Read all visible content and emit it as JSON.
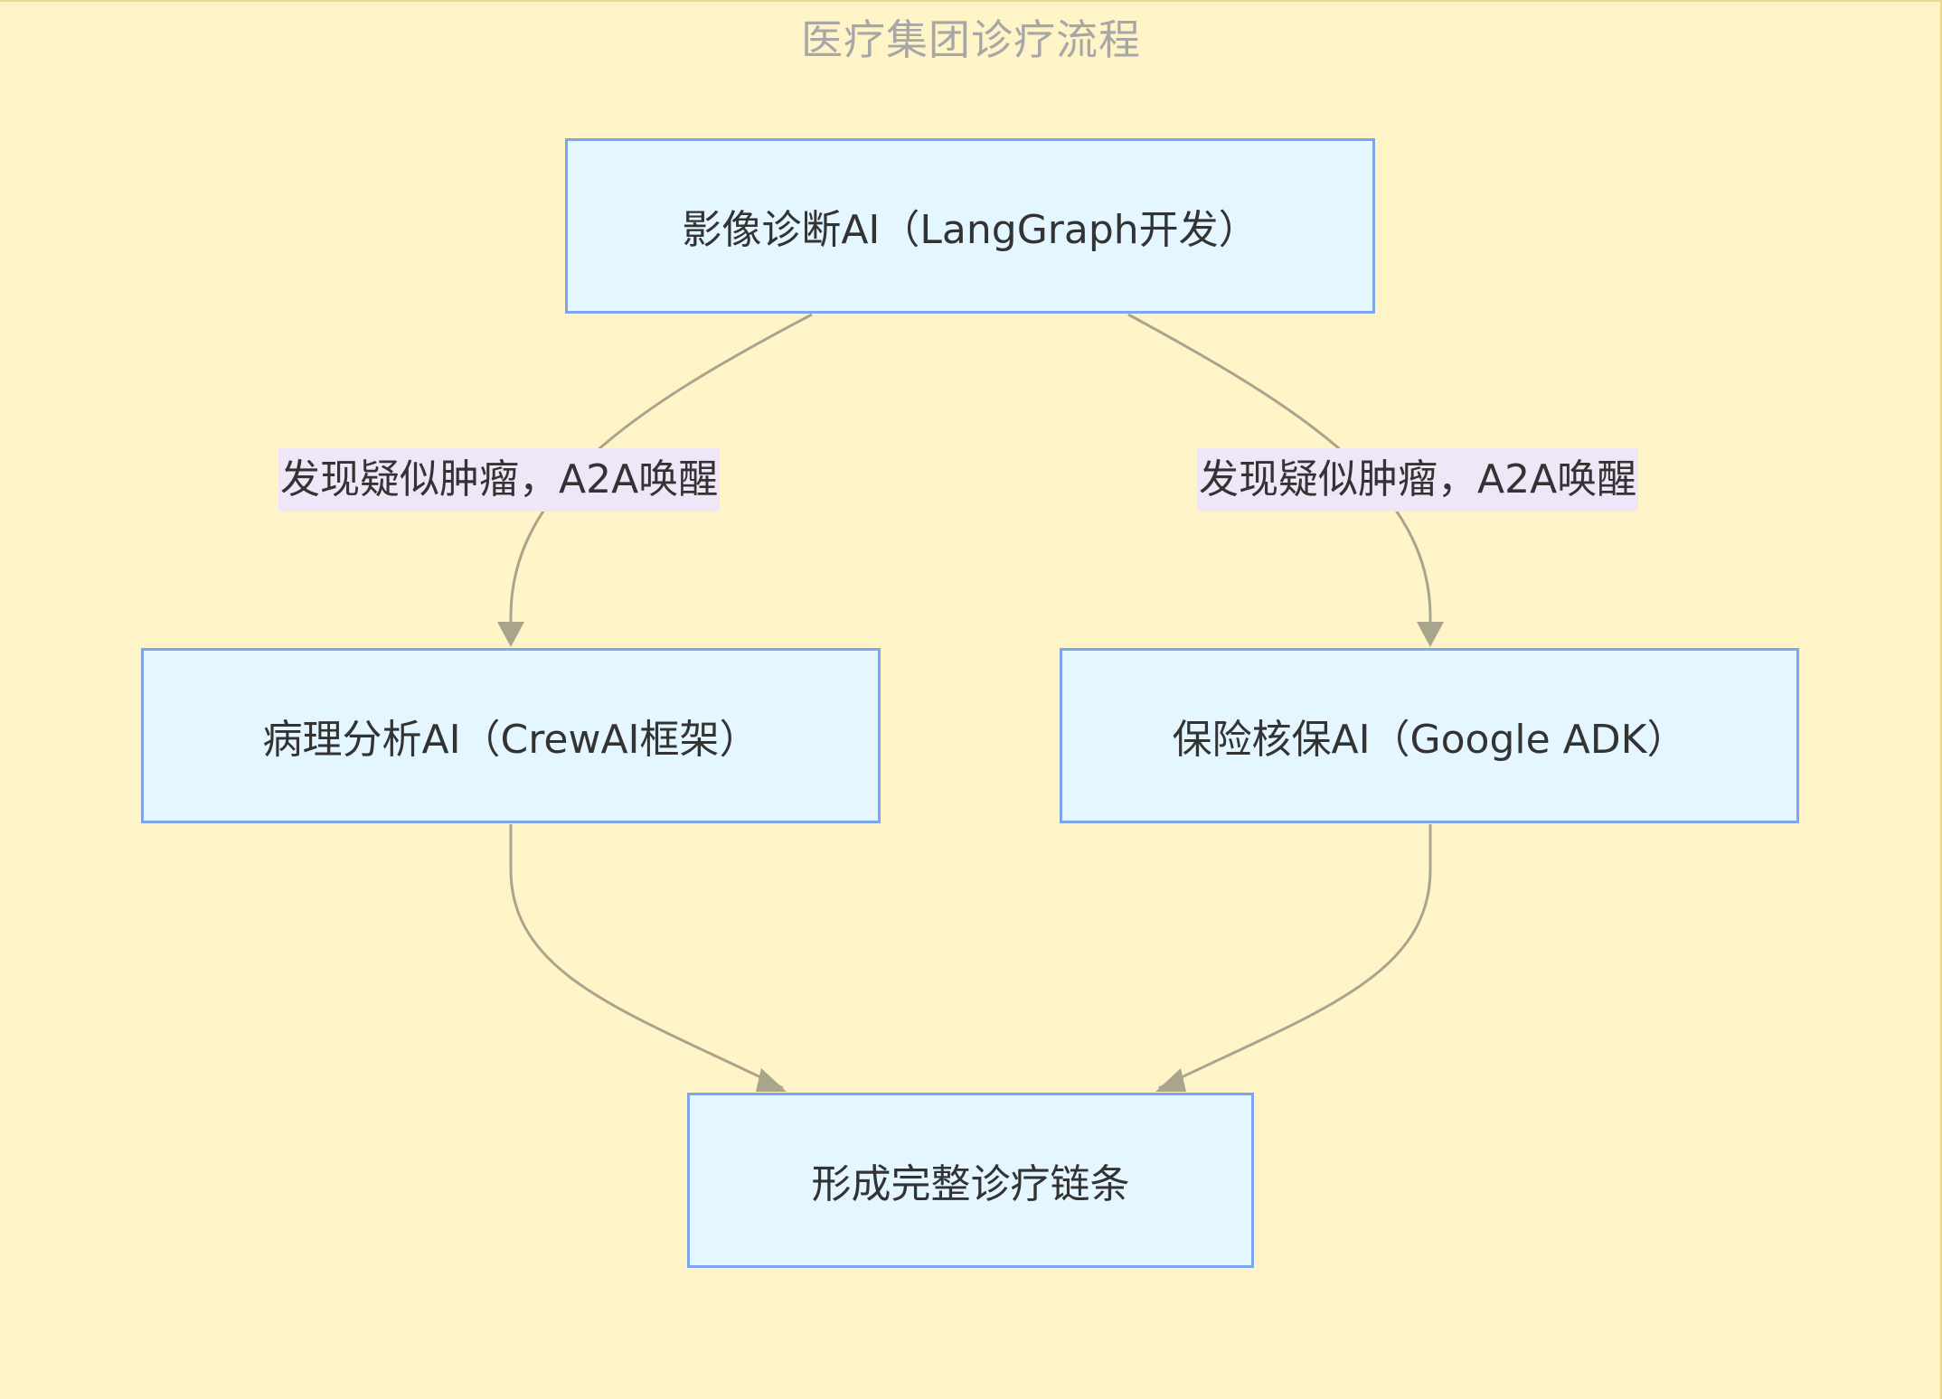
{
  "diagram": {
    "title": "医疗集团诊疗流程",
    "nodes": {
      "imaging": "影像诊断AI（LangGraph开发）",
      "pathology": "病理分析AI（CrewAI框架）",
      "insurance": "保险核保AI（Google ADK）",
      "result": "形成完整诊疗链条"
    },
    "edges": [
      {
        "from": "imaging",
        "to": "pathology",
        "label": "发现疑似肿瘤，A2A唤醒"
      },
      {
        "from": "imaging",
        "to": "insurance",
        "label": "发现疑似肿瘤，A2A唤醒"
      },
      {
        "from": "pathology",
        "to": "result",
        "label": ""
      },
      {
        "from": "insurance",
        "to": "result",
        "label": ""
      }
    ],
    "colors": {
      "background": "#fff4c8",
      "node_fill": "#e4f6ff",
      "node_border": "#7ea6ec",
      "edge": "#a8a58c",
      "label_fill": "#efe6f8",
      "title": "#a7a7a7",
      "text": "#333333"
    }
  }
}
